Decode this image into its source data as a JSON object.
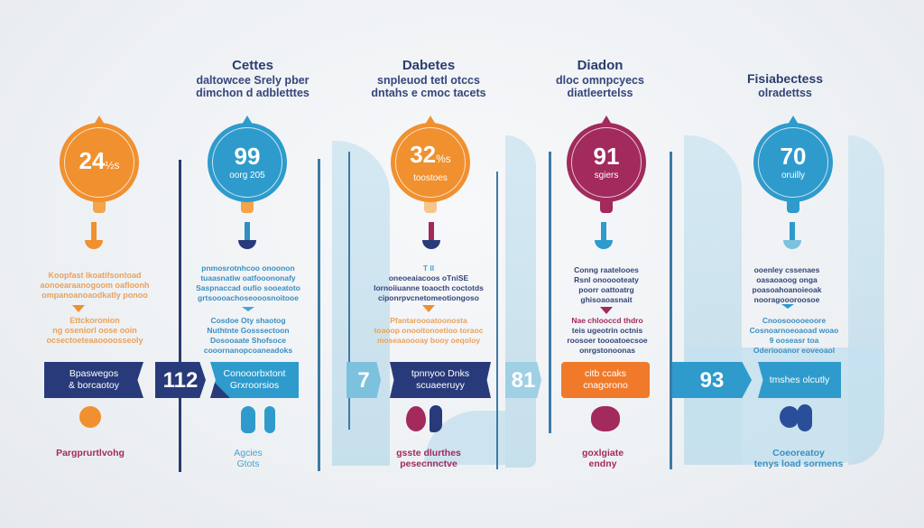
{
  "colors": {
    "orange": "#f0902e",
    "blue": "#2e9bcc",
    "navy": "#283a7a",
    "magenta": "#a22a5c",
    "light_blue": "#7cc1dd",
    "bright_orange": "#f07a2a",
    "heading_text": "#2a3d6e"
  },
  "headings": [
    {
      "title": "Cettes",
      "lines": [
        "daltowcee Srely pber",
        "dimchon d adbletttes"
      ]
    },
    {
      "title": "Dabetes",
      "lines": [
        "snpleuod tetl otccs",
        "dntahs e cmoc tacets"
      ]
    },
    {
      "title": "Diadon",
      "lines": [
        "dloc omnpcyecs",
        "diatleertelss"
      ]
    },
    {
      "title": "Fisiabectess",
      "lines": [
        "olradettss"
      ]
    }
  ],
  "stats": [
    {
      "value": "24",
      "suffix": "½s",
      "label": "",
      "color": "orange"
    },
    {
      "value": "99",
      "suffix": "",
      "label": "oorg 205",
      "color": "blue"
    },
    {
      "value": "32",
      "suffix": "%s",
      "label": "toostoes",
      "color": "orange"
    },
    {
      "value": "91",
      "suffix": "",
      "label": "sgiers",
      "color": "magenta"
    },
    {
      "value": "70",
      "suffix": "",
      "label": "oruilly",
      "color": "blue"
    }
  ],
  "paragraphs": [
    {
      "top": [
        "Koopfast Ikoatifsontoad",
        "aonoearaanogoom oafloonh",
        "ompanoanoaodkatly ponoo"
      ],
      "bottom": [
        "Ettckoronion",
        "ng oseniorl oose ooin",
        "ocsectoeteaaoooosseoly"
      ]
    },
    {
      "top": [
        "pnmosrotnhcoo onoonon",
        "tuaasnatiw oatfooononafy",
        "Saspnaccad oufio sooeatoto",
        "grtsoooachoseooosnoitooe"
      ],
      "bottom": [
        "Cosdoe Oty shaotog",
        "Nuthtnte Gosssectoon",
        "Dosooaate Shofsoce",
        "cooornanopcoaneadoks"
      ]
    },
    {
      "top": [
        "T II",
        "oneoeaiacoos oTniSE",
        "lornoiiuanne toaocth coctotds",
        "ciponrpvcnetomeotiongoso"
      ],
      "bottom": [
        "Pfantaroooatoonosta",
        "toaoop onooitonoetioo toraoc",
        "moseaaoooay booy oeqoloy"
      ]
    },
    {
      "top": [
        "Conng raatelooes",
        "Rsnl onooooteaty",
        "poorr oattoatrg",
        "ghisoaoasnait"
      ],
      "bottom": [
        "Nae chlooccd thdro",
        "teis ugeotrin octnis",
        "roosoer toooatoecsoe",
        "onrgstonoonas"
      ]
    },
    {
      "top": [
        "ooenley cssenaes",
        "oasaoaoog onga",
        "poasoahoanoieoak",
        "nooragoooroosoe"
      ],
      "bottom": [
        "Cnoosooooeoore",
        "Cosnoarnoeoaoad woao",
        "9 ooseasr toa",
        "Oderiooanor eoveoaol"
      ]
    }
  ],
  "ribbons": [
    {
      "label": [
        "Bpaswegos",
        "& borcaotoy"
      ]
    },
    {
      "label": "112"
    },
    {
      "label": [
        "Conooorbxtont",
        "Grxroorsios"
      ]
    },
    {
      "label": "7"
    },
    {
      "label": [
        "tpnnyoo Dnks",
        "scuaeeruyy"
      ]
    },
    {
      "label": "81"
    },
    {
      "label": [
        "citb ccaks",
        "cnagorono"
      ]
    },
    {
      "label": "93"
    },
    {
      "label": [
        "tmshes olcutly"
      ]
    }
  ],
  "captions": [
    {
      "lines": [
        "Pargprurtlvohg"
      ]
    },
    {
      "lines": [
        "Agcies",
        "Gtots"
      ]
    },
    {
      "lines": [
        "gsste dlurthes",
        "pesecnnctve"
      ]
    },
    {
      "lines": [
        "goxlgiate",
        "endny"
      ]
    },
    {
      "lines": [
        "Coeoreatoy",
        "tenys load sormens"
      ]
    }
  ]
}
